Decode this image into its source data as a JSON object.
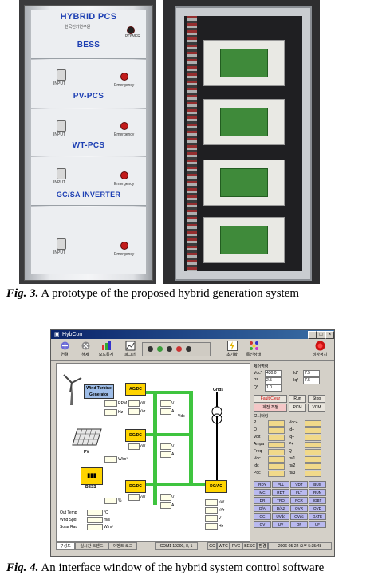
{
  "fig3": {
    "left_cabinet": {
      "panels": [
        "HYBRID PCS",
        "BESS",
        "PV-PCS",
        "WT-PCS",
        "GC/SA INVERTER"
      ],
      "korean_label": "한국전기연구원",
      "power_label": "POWER",
      "input_label": "INPUT",
      "emergency_label": "Emergency"
    },
    "caption_label": "Fig. 3.",
    "caption_text": " A prototype of the proposed hybrid generation system"
  },
  "fig4": {
    "caption_label": "Fig. 4.",
    "caption_text": " An interface window of the hybrid system control software",
    "window": {
      "title": "HybCon",
      "toolbar": [
        {
          "label": "연결",
          "icon": "connect-icon"
        },
        {
          "label": "해제",
          "icon": "disconnect-icon"
        },
        {
          "label": "모드통계",
          "icon": "chart-icon"
        },
        {
          "label": "파그너",
          "icon": "graph-icon"
        },
        {
          "label": "초기화",
          "icon": "lightning-icon"
        },
        {
          "label": "통신상태",
          "icon": "network-icon"
        },
        {
          "label": "비상정지",
          "icon": "emergency-stop-icon"
        }
      ],
      "schematic": {
        "wind": "Wind Turbine Generator",
        "acdc": "AC/DC",
        "dcdc1": "DC/DC",
        "dcdc2": "DC/DC",
        "dcac": "DC/AC",
        "pv": "PV",
        "bess": "BESS",
        "grid": "Grids",
        "units": {
          "rpm": "RPM",
          "hz": "Hz",
          "kw": "kW",
          "kvr": "kVr",
          "v": "V",
          "a": "A",
          "vdc": "Vdc",
          "wm2": "W/m²",
          "pct": "%",
          "degc": "°C",
          "ms": "m/s",
          "kvar": "kVr"
        },
        "env": [
          "Out Temp",
          "Wnd Spd",
          "Solar Rad"
        ]
      },
      "right": {
        "ctrl_title": "제어명령",
        "vdc_label": "Vdc*",
        "vdc_val": "430.0",
        "p_label": "P*",
        "p_val": "2.5",
        "q_label": "Q*",
        "q_val": "1.0",
        "id_label": "Id*",
        "id_val": "7.5",
        "iq_label": "Iq*",
        "iq_val": "7.5",
        "btn_fault": "Fault Clear",
        "btn_run": "Run",
        "btn_stop": "Stop",
        "btn_mode": "계전 조정",
        "btn_pcm": "PCM",
        "btn_vcm": "VCM",
        "mon_title": "모니터링",
        "mon_left": [
          "P",
          "Q",
          "Volt",
          "Ampa",
          "Freq",
          "Vdc",
          "Idc",
          "Pdc"
        ],
        "mon_right": [
          "Vdc+",
          "Id+",
          "Iq+",
          "P+",
          "Q+",
          "rs/1",
          "rs/2",
          "rs/3"
        ],
        "flags": [
          "RDY",
          "PLL",
          "VDT",
          "BUS",
          "MC",
          "RDT",
          "FLT",
          "RUN",
          "DR",
          "TRO",
          "PCR",
          "IGBT",
          "D/A",
          "D/A2",
          "OVR",
          "OVD",
          "OC",
          "UVdc",
          "OVdc",
          "GATE",
          "OV",
          "UV",
          "OF",
          "UF"
        ]
      },
      "tabs": [
        "구성도",
        "실시간 트렌드",
        "이벤트 로그"
      ],
      "status": [
        "COM1 19200, 8, 1",
        "GC",
        "WTC",
        "PVC",
        "BESC",
        "환경",
        "2006-05-22 오후 5:35:48"
      ]
    }
  }
}
